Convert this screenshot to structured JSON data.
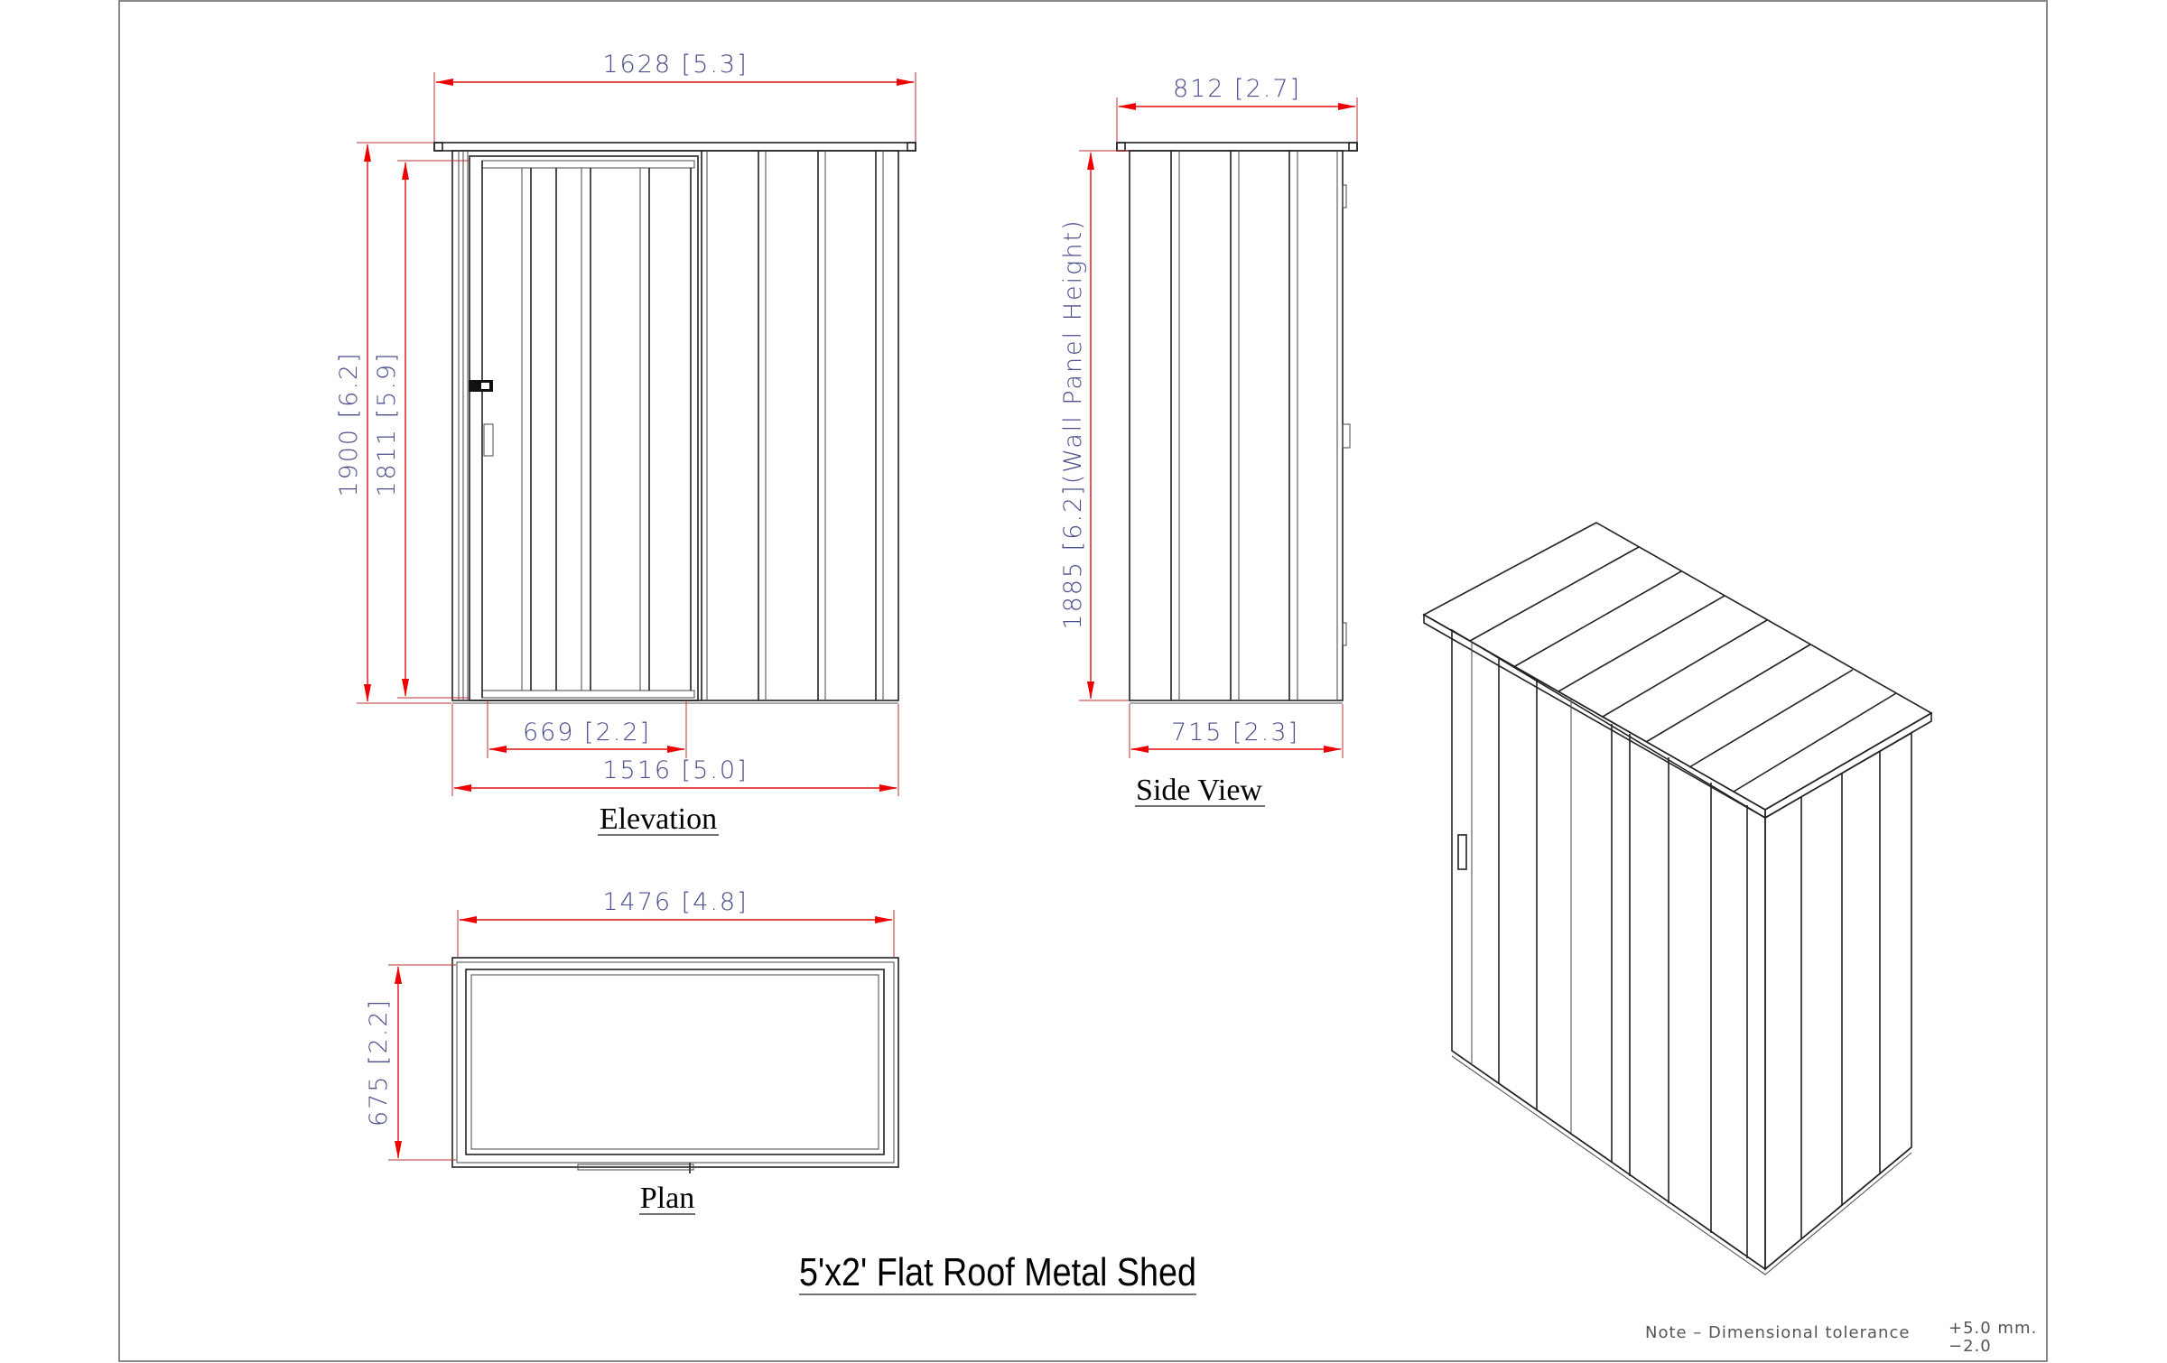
{
  "drawing": {
    "title": "5'x2' Flat Roof Metal Shed",
    "note": {
      "prefix": "Note  –  Dimensional  tolerance",
      "plus": "+5.0 mm.",
      "minus": "−2.0"
    },
    "accent_colors": {
      "dimension_line": "#e00000",
      "dimension_text": "#4a4f8c",
      "linework": "#222222"
    }
  },
  "views": {
    "elevation": {
      "label": "Elevation",
      "dims": {
        "overall_roof_width": "1628 [5.3]",
        "overall_height": "1900 [6.2]",
        "door_height": "1811 [5.9]",
        "door_width": "669 [2.2]",
        "base_width": "1516 [5.0]"
      }
    },
    "side_view": {
      "label": "Side View",
      "dims": {
        "roof_depth": "812 [2.7]",
        "wall_panel_height": "1885 [6.2](Wall Panel Height)",
        "base_depth": "715 [2.3]"
      }
    },
    "plan": {
      "label": "Plan",
      "dims": {
        "width": "1476 [4.8]",
        "depth": "675 [2.2]"
      }
    },
    "isometric": {
      "label": ""
    }
  }
}
